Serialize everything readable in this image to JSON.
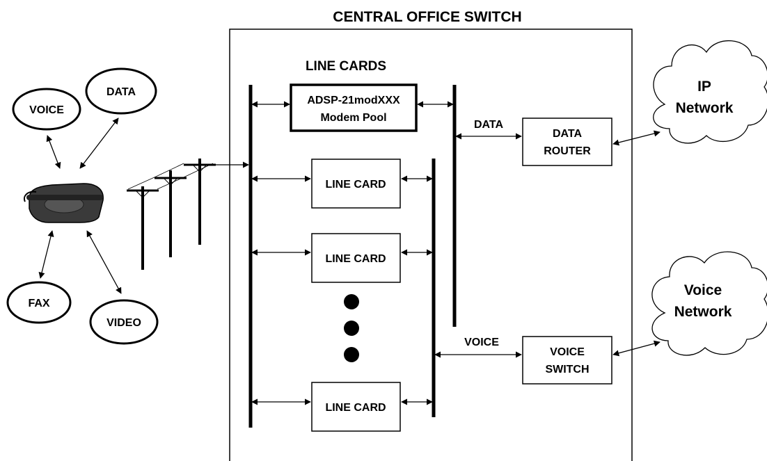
{
  "title": "CENTRAL OFFICE SWITCH",
  "line_cards_heading": "LINE CARDS",
  "modem_pool": {
    "line1": "ADSP-21modXXX",
    "line2": "Modem Pool"
  },
  "line_card_label": "LINE CARD",
  "data_label": "DATA",
  "voice_label": "VOICE",
  "data_router": {
    "line1": "DATA",
    "line2": "ROUTER"
  },
  "voice_switch": {
    "line1": "VOICE",
    "line2": "SWITCH"
  },
  "ip_network": {
    "line1": "IP",
    "line2": "Network"
  },
  "voice_network": {
    "line1": "Voice",
    "line2": "Network"
  },
  "services": {
    "voice": "VOICE",
    "data": "DATA",
    "fax": "FAX",
    "video": "VIDEO"
  }
}
